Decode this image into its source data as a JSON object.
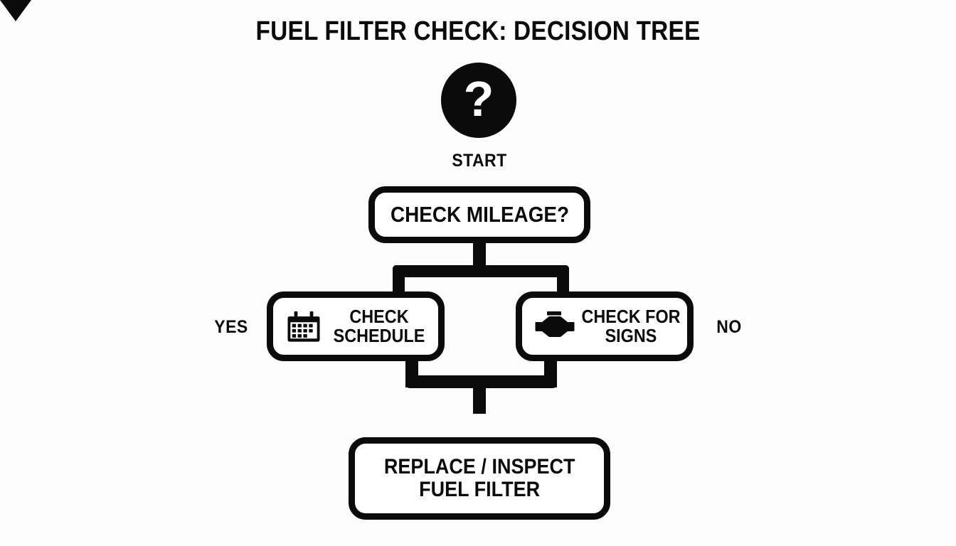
{
  "diagram": {
    "title": "FUEL FILTER CHECK: DECISION TREE",
    "background_color": "#fcfcfc",
    "ink_color": "#0b0b0b",
    "type": "decision-tree-flowchart"
  },
  "start": {
    "icon": "question-mark-circle-icon",
    "glyph": "?",
    "label": "START"
  },
  "nodes": {
    "decision": {
      "id": "check-mileage",
      "label": "CHECK MILEAGE?"
    },
    "branch_yes": {
      "id": "check-schedule",
      "label": "CHECK\nSCHEDULE",
      "icon": "calendar-icon"
    },
    "branch_no": {
      "id": "check-for-signs",
      "label": "CHECK FOR\nSIGNS",
      "icon": "engine-icon"
    },
    "result": {
      "id": "replace-inspect-fuel-filter",
      "label": "REPLACE / INSPECT\nFUEL FILTER"
    }
  },
  "branch_labels": {
    "yes": "YES",
    "no": "NO"
  },
  "edges": [
    {
      "from": "start",
      "to": "check-mileage"
    },
    {
      "from": "check-mileage",
      "to": "check-schedule",
      "label": "YES"
    },
    {
      "from": "check-mileage",
      "to": "check-for-signs",
      "label": "NO"
    },
    {
      "from": "check-schedule",
      "to": "replace-inspect-fuel-filter"
    },
    {
      "from": "check-for-signs",
      "to": "replace-inspect-fuel-filter"
    }
  ]
}
